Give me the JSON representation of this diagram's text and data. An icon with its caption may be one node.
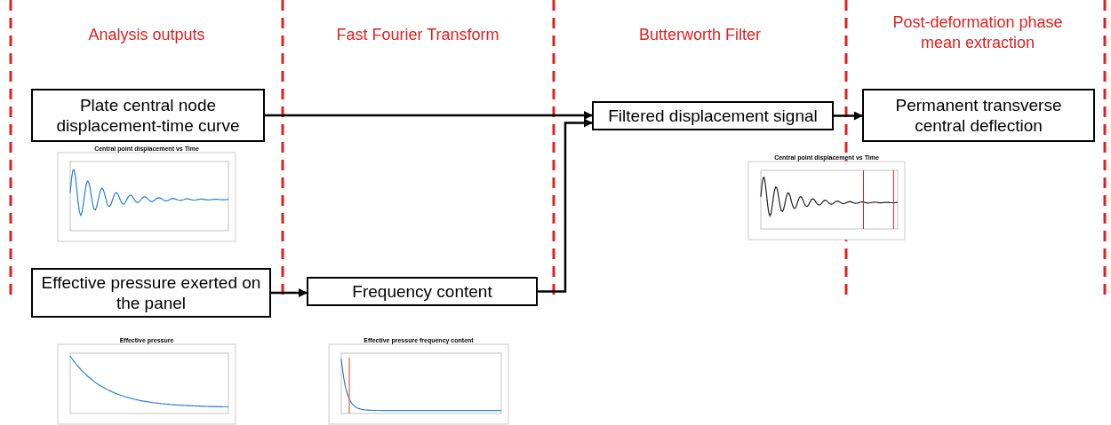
{
  "diagram": {
    "nodes": [
      {
        "text": [
          "Plate central node displacement-time curve"
        ]
      },
      {
        "text": [
          "Effective pressure exerted on the panel"
        ]
      },
      {
        "text": [
          "Frequency content"
        ]
      },
      {
        "text": [
          "Filtered displacement signal"
        ]
      },
      {
        "text": [
          "Permanent transverse central deflection"
        ]
      }
    ],
    "edges": [
      {
        "from": 0,
        "to": 3,
        "arrow": "to"
      },
      {
        "from": 1,
        "to": 2,
        "arrow": "to"
      },
      {
        "from": 2,
        "to": 3,
        "arrow": "to"
      },
      {
        "from": 3,
        "to": 4,
        "arrow": "to"
      }
    ],
    "labels": [
      "Analysis outputs",
      "Fast Fourier Transform",
      "Butterworth Filter",
      "Post-deformation phase mean extraction",
      "Central point displacement vs Time",
      "Central point displacement vs Time",
      "Effective pressure",
      "Effective pressure frequency content"
    ]
  }
}
